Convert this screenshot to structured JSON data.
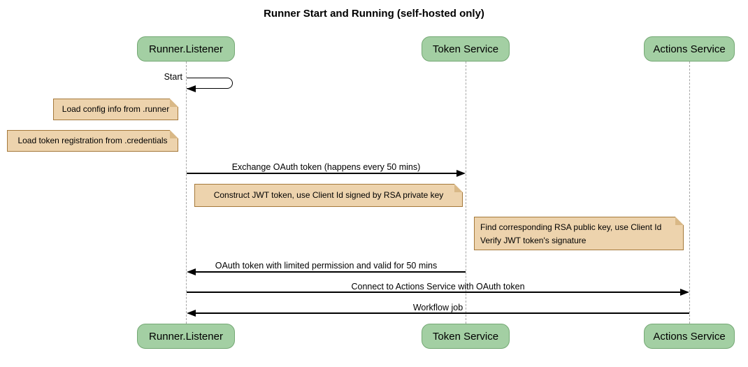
{
  "title": "Runner Start and Running (self-hosted only)",
  "participants": [
    {
      "name": "Runner.Listener"
    },
    {
      "name": "Token Service"
    },
    {
      "name": "Actions Service"
    }
  ],
  "messages": [
    {
      "label": "Start",
      "from": "Runner.Listener",
      "to": "Runner.Listener",
      "kind": "self"
    },
    {
      "label": "Exchange OAuth token (happens every 50 mins)",
      "from": "Runner.Listener",
      "to": "Token Service",
      "kind": "solid-arrow"
    },
    {
      "label": "OAuth token with limited permission and valid for 50 mins",
      "from": "Token Service",
      "to": "Runner.Listener",
      "kind": "solid-arrow"
    },
    {
      "label": "Connect to Actions Service with OAuth token",
      "from": "Runner.Listener",
      "to": "Actions Service",
      "kind": "solid-arrow"
    },
    {
      "label": "Workflow job",
      "from": "Actions Service",
      "to": "Runner.Listener",
      "kind": "solid-arrow"
    }
  ],
  "notes": [
    {
      "text": "Load config info from .runner",
      "anchor": "Runner.Listener"
    },
    {
      "text": "Load token registration from .credentials",
      "anchor": "Runner.Listener"
    },
    {
      "text": "Construct JWT token, use Client Id signed by RSA private key",
      "anchor": "Runner.Listener to Token Service"
    },
    {
      "line1": "Find corresponding RSA public key, use Client Id",
      "line2": "Verify JWT token's signature",
      "anchor": "Token Service to Actions Service"
    }
  ],
  "colors": {
    "participant_fill": "#a3cfa3",
    "participant_border": "#74a874",
    "note_fill": "#edd3ad",
    "note_border": "#a5793b",
    "lifeline": "#a6a6a6",
    "arrow": "#000000",
    "background": "#ffffff"
  }
}
